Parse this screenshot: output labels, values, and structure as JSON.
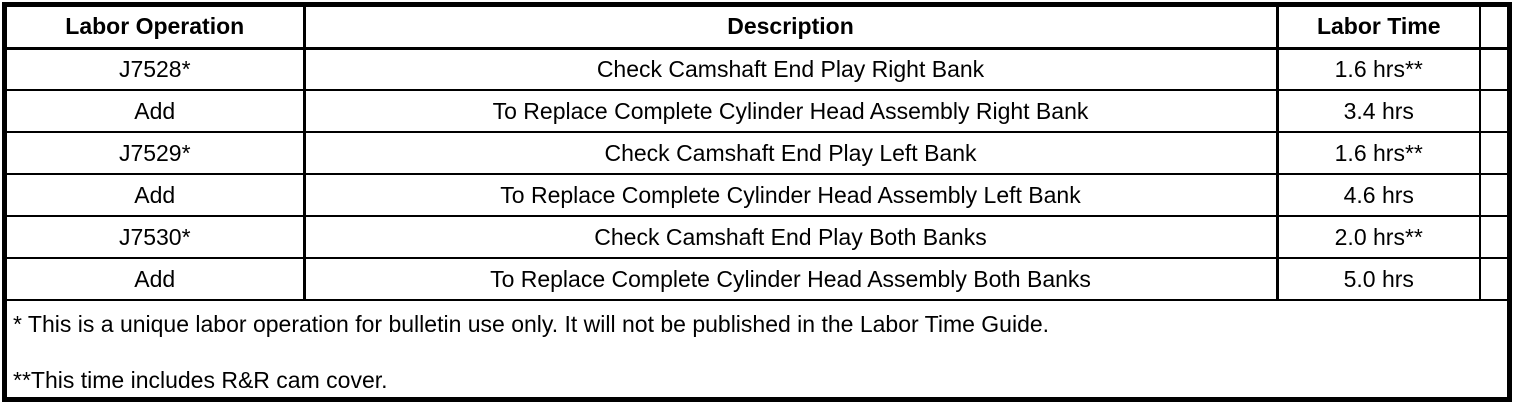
{
  "colors": {
    "border": "#000000",
    "background": "#ffffff",
    "text": "#000000"
  },
  "document": {
    "table": {
      "headers": {
        "labor_operation": "Labor Operation",
        "description": "Description",
        "labor_time": "Labor Time"
      },
      "rows": [
        {
          "op": "J7528*",
          "desc": "Check Camshaft End Play Right Bank",
          "time": "1.6 hrs**"
        },
        {
          "op": "Add",
          "desc": "To Replace Complete Cylinder Head Assembly Right Bank",
          "time": "3.4 hrs"
        },
        {
          "op": "J7529*",
          "desc": "Check Camshaft End Play Left Bank",
          "time": "1.6 hrs**"
        },
        {
          "op": "Add",
          "desc": "To Replace Complete Cylinder Head Assembly Left Bank",
          "time": "4.6 hrs"
        },
        {
          "op": "J7530*",
          "desc": "Check Camshaft End Play Both Banks",
          "time": "2.0 hrs**"
        },
        {
          "op": "Add",
          "desc": "To Replace Complete Cylinder Head Assembly Both Banks",
          "time": "5.0 hrs"
        }
      ],
      "footnotes": [
        "* This is a unique labor operation for bulletin use only. It will not be published in the Labor Time Guide.",
        "**This time includes R&R cam cover."
      ]
    }
  }
}
